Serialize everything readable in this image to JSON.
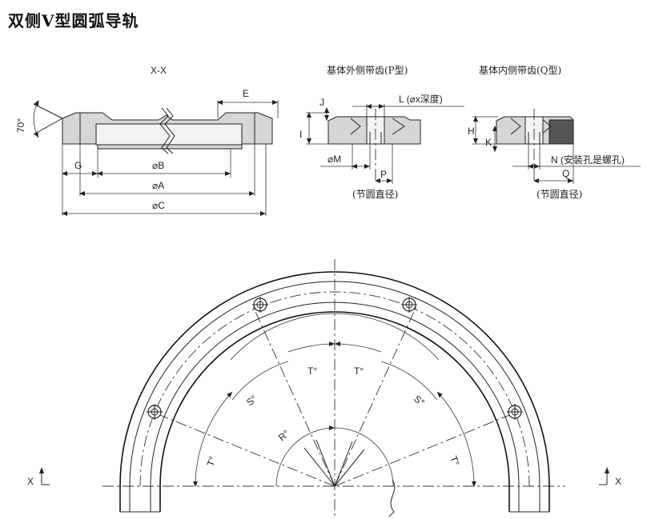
{
  "title": "双侧V型圆弧导轨",
  "section": {
    "title": "X-X",
    "angle": "70°",
    "labels": {
      "E": "E",
      "G": "G",
      "B": "⌀B",
      "A": "⌀A",
      "C": "⌀C"
    }
  },
  "p_type": {
    "title": "基体外侧带齿(P型)",
    "labels": {
      "J": "J",
      "I": "I",
      "L": "L (⌀x深度)",
      "M": "⌀M",
      "P": "P"
    },
    "caption": "(节圆直径)"
  },
  "q_type": {
    "title": "基体内侧带齿(Q型)",
    "labels": {
      "H": "H",
      "K": "K",
      "N": "N (安装孔是螺孔)",
      "Q": "Q"
    },
    "caption": "(节圆直径)"
  },
  "plan": {
    "labels": {
      "T_left_top": "T°",
      "T_right_top": "T°",
      "S_left": "S°",
      "S_right": "S°",
      "R": "R°",
      "T_left_bottom": "T°",
      "T_right_bottom": "T°",
      "X_left": "X",
      "X_right": "X"
    }
  }
}
